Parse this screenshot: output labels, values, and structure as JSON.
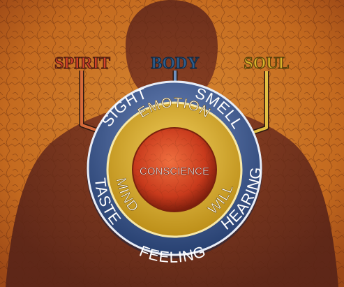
{
  "top_labels": {
    "spirit": "SPIRIT",
    "body": "BODY",
    "soul": "SOUL"
  },
  "outer_ring": {
    "sight": "SIGHT",
    "smell": "SMELL",
    "taste": "TASTE",
    "hearing": "HEARING",
    "feeling": "FEELING"
  },
  "middle_ring": {
    "emotion": "EMOTION",
    "mind": "MIND",
    "will": "WILL"
  },
  "center": {
    "label": "CONSCIENCE"
  },
  "colors": {
    "background": "#c46a1f",
    "silhouette": "#6b2f1f",
    "spirit": "#d4452b",
    "body": "#2e5f8f",
    "soul": "#d7b12a",
    "outer_ring": "#2f4f86",
    "middle_ring": "#d8a318",
    "core": "#c83a1c",
    "text_light": "#ffffff"
  }
}
